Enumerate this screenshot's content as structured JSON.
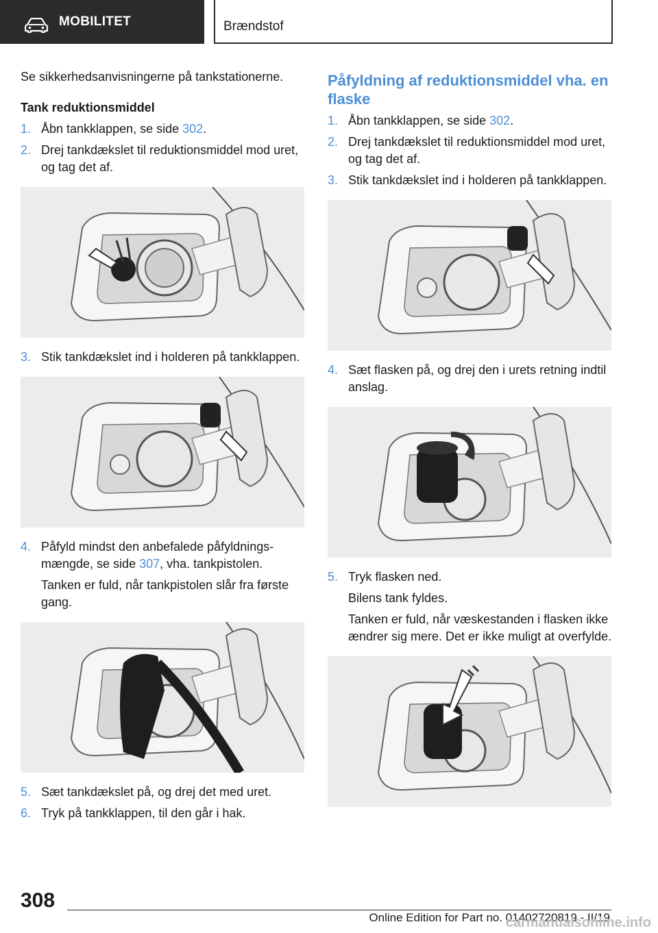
{
  "header": {
    "section": "MOBILITET",
    "chapter": "Brændstof"
  },
  "left": {
    "intro": "Se sikkerhedsanvisningerne på tankstationerne.",
    "subheading": "Tank reduktionsmiddel",
    "steps": [
      {
        "num": "1.",
        "text": "Åbn tankklappen, se side ",
        "ref": "302",
        "after": "."
      },
      {
        "num": "2.",
        "text": "Drej tankdækslet til reduktionsmiddel mod uret, og tag det af."
      },
      {
        "num": "3.",
        "text": "Stik tankdækslet ind i holderen på tankklap­pen."
      },
      {
        "num": "4.",
        "text": "Påfyld mindst den anbefalede påfyldnings­mængde, se side ",
        "ref": "307",
        "after": ", vha. tankpistolen.",
        "note": "Tanken er fuld, når tankpistolen slår fra første gang."
      },
      {
        "num": "5.",
        "text": "Sæt tankdækslet på, og drej det med uret."
      },
      {
        "num": "6.",
        "text": "Tryk på tankklappen, til den går i hak."
      }
    ]
  },
  "right": {
    "heading": "Påfyldning af reduktionsmiddel vha. en flaske",
    "steps": [
      {
        "num": "1.",
        "text": "Åbn tankklappen, se side ",
        "ref": "302",
        "after": "."
      },
      {
        "num": "2.",
        "text": "Drej tankdækslet til reduktionsmiddel mod uret, og tag det af."
      },
      {
        "num": "3.",
        "text": "Stik tankdækslet ind i holderen på tankklap­pen."
      },
      {
        "num": "4.",
        "text": "Sæt flasken på, og drej den i urets retning indtil anslag."
      },
      {
        "num": "5.",
        "text": "Tryk flasken ned.",
        "note": "Bilens tank fyldes.",
        "note2": "Tanken er fuld, når væskestanden i flasken ikke ændrer sig mere. Det er ikke muligt at overfylde."
      }
    ]
  },
  "footer": {
    "page_number": "308",
    "edition": "Online Edition for Part no. 01402720819 - II/19",
    "watermark": "carmanualsonline.info"
  }
}
